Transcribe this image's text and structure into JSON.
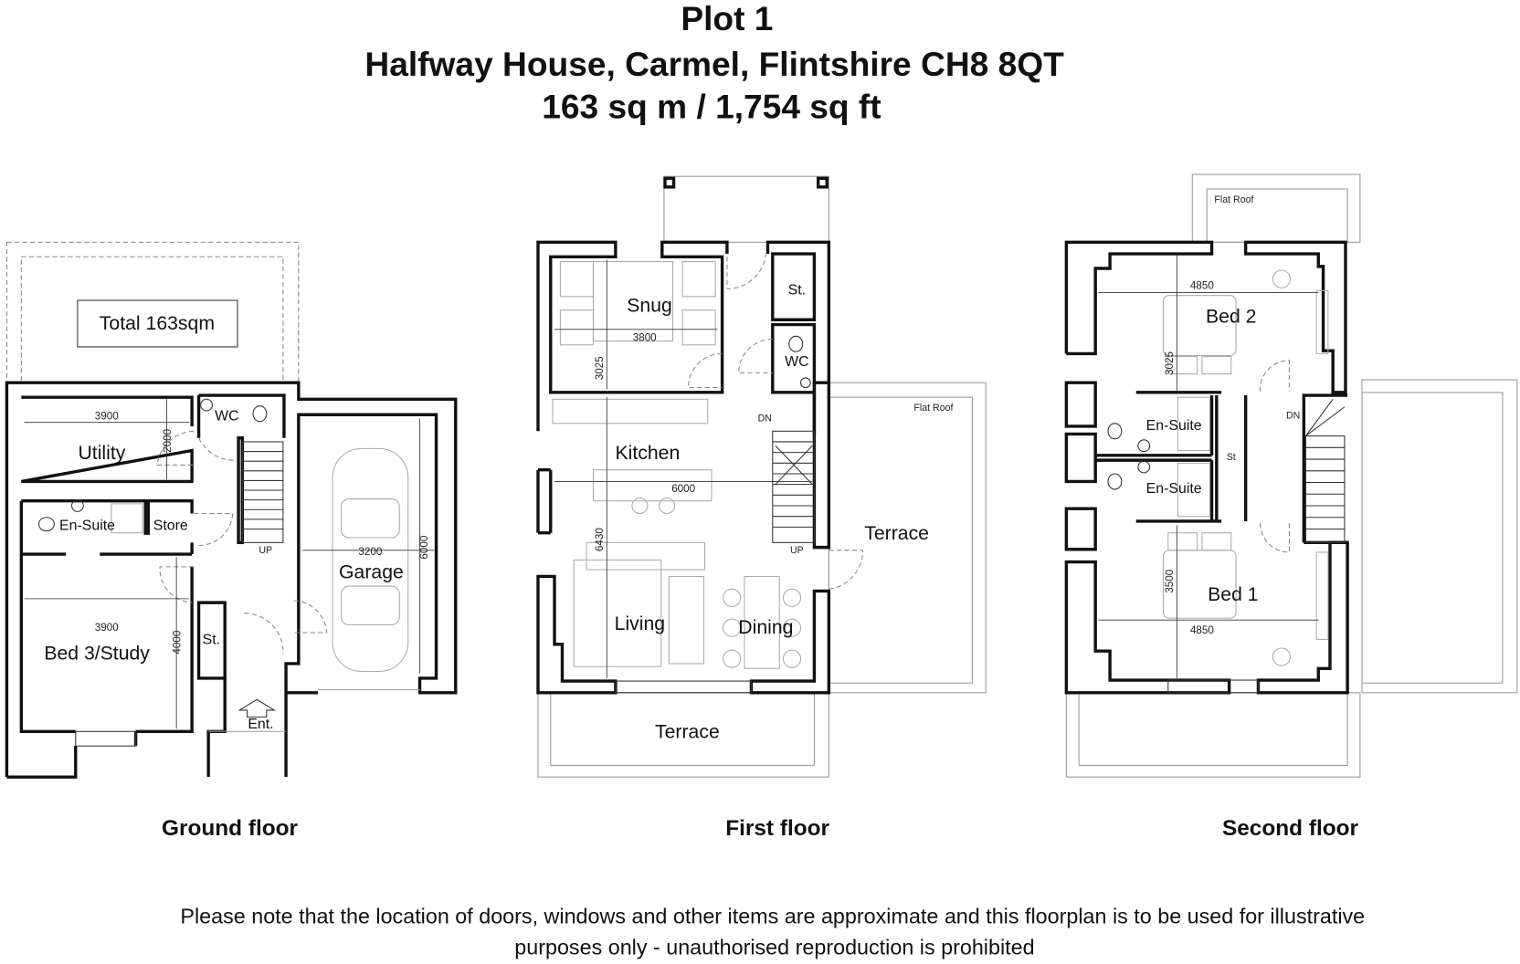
{
  "header": {
    "plot": "Plot 1",
    "address": "Halfway House, Carmel, Flintshire CH8 8QT",
    "area": "163 sq m / 1,754 sq ft"
  },
  "ground_floor": {
    "label": "Ground floor",
    "total_box": "Total 163sqm",
    "rooms": {
      "utility": "Utility",
      "wc": "WC",
      "ensuite": "En-Suite",
      "store": "Store",
      "bed3": "Bed 3/Study",
      "st": "St.",
      "garage": "Garage",
      "entrance": "Ent.",
      "up": "UP"
    },
    "dims": {
      "utility_w": "3900",
      "utility_h": "2000",
      "bed3_w": "3900",
      "bed3_h": "4000",
      "garage_w": "3200",
      "garage_h": "6000"
    }
  },
  "first_floor": {
    "label": "First floor",
    "rooms": {
      "snug": "Snug",
      "st": "St.",
      "wc": "WC",
      "kitchen": "Kitchen",
      "living": "Living",
      "dining": "Dining",
      "terrace_side": "Terrace",
      "terrace_bottom": "Terrace",
      "flat_roof": "Flat Roof",
      "dn": "DN",
      "up": "UP"
    },
    "dims": {
      "snug_w": "3800",
      "snug_h": "3025",
      "main_w": "6000",
      "main_h": "6430"
    }
  },
  "second_floor": {
    "label": "Second floor",
    "rooms": {
      "flat_roof": "Flat Roof",
      "bed2": "Bed 2",
      "ensuite_1": "En-Suite",
      "ensuite_2": "En-Suite",
      "st": "St",
      "bed1": "Bed 1",
      "dn": "DN"
    },
    "dims": {
      "bed2_w": "4850",
      "bed2_h": "3025",
      "bed1_w": "4850",
      "bed1_h": "3500"
    }
  },
  "footer": {
    "note_line1": "Please note that the location of doors, windows and other items are approximate and this floorplan is to be used for illustrative",
    "note_line2": "purposes only - unauthorised reproduction is prohibited"
  }
}
